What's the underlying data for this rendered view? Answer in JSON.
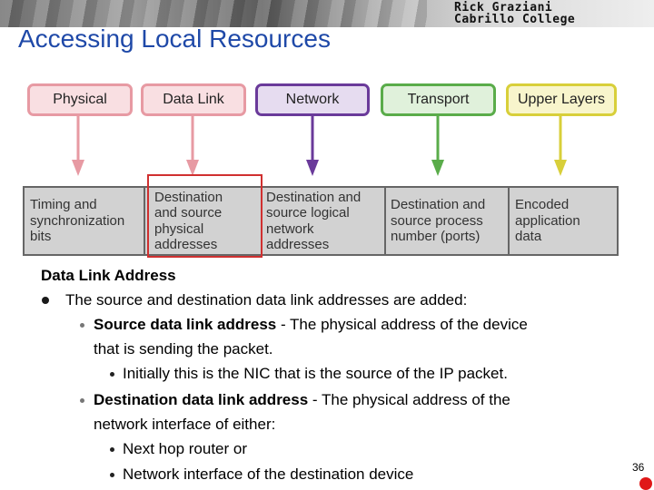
{
  "header": {
    "author_name": "Rick Graziani",
    "author_org": "Cabrillo College",
    "title": "Accessing Local Resources"
  },
  "colors": {
    "physical": "#e79aa3",
    "data_link": "#e79aa3",
    "network": "#6a3a9a",
    "transport": "#5aac4a",
    "upper_layers": "#d8cf3a",
    "title": "#1f49a8",
    "highlight": "#d03030"
  },
  "layers": [
    {
      "label": "Physical",
      "function": [
        "Timing and",
        "synchronization",
        "bits"
      ]
    },
    {
      "label": "Data Link",
      "function": [
        "Destination",
        "and source",
        "physical",
        "addresses"
      ]
    },
    {
      "label": "Network",
      "function": [
        "Destination and",
        "source logical",
        "network",
        "addresses"
      ]
    },
    {
      "label": "Transport",
      "function": [
        "Destination and",
        "source process",
        "number (ports)"
      ]
    },
    {
      "label": "Upper Layers",
      "function": [
        "Encoded",
        "application",
        "data"
      ]
    }
  ],
  "content": {
    "heading": "Data Link Address",
    "bullet1": "The source and destination data link addresses are added:",
    "source_bold": "Source data link address",
    "source_rest": " - The physical address of the device",
    "source_cont": "that is sending the packet.",
    "initially": "Initially this is the NIC that is the source of the IP packet.",
    "dest_bold": "Destination data link address",
    "dest_rest": " - The physical address of the",
    "dest_cont": "network interface of either:",
    "next_hop": "Next hop router or",
    "net_iface": "Network interface of the destination device"
  },
  "page_number": "36"
}
